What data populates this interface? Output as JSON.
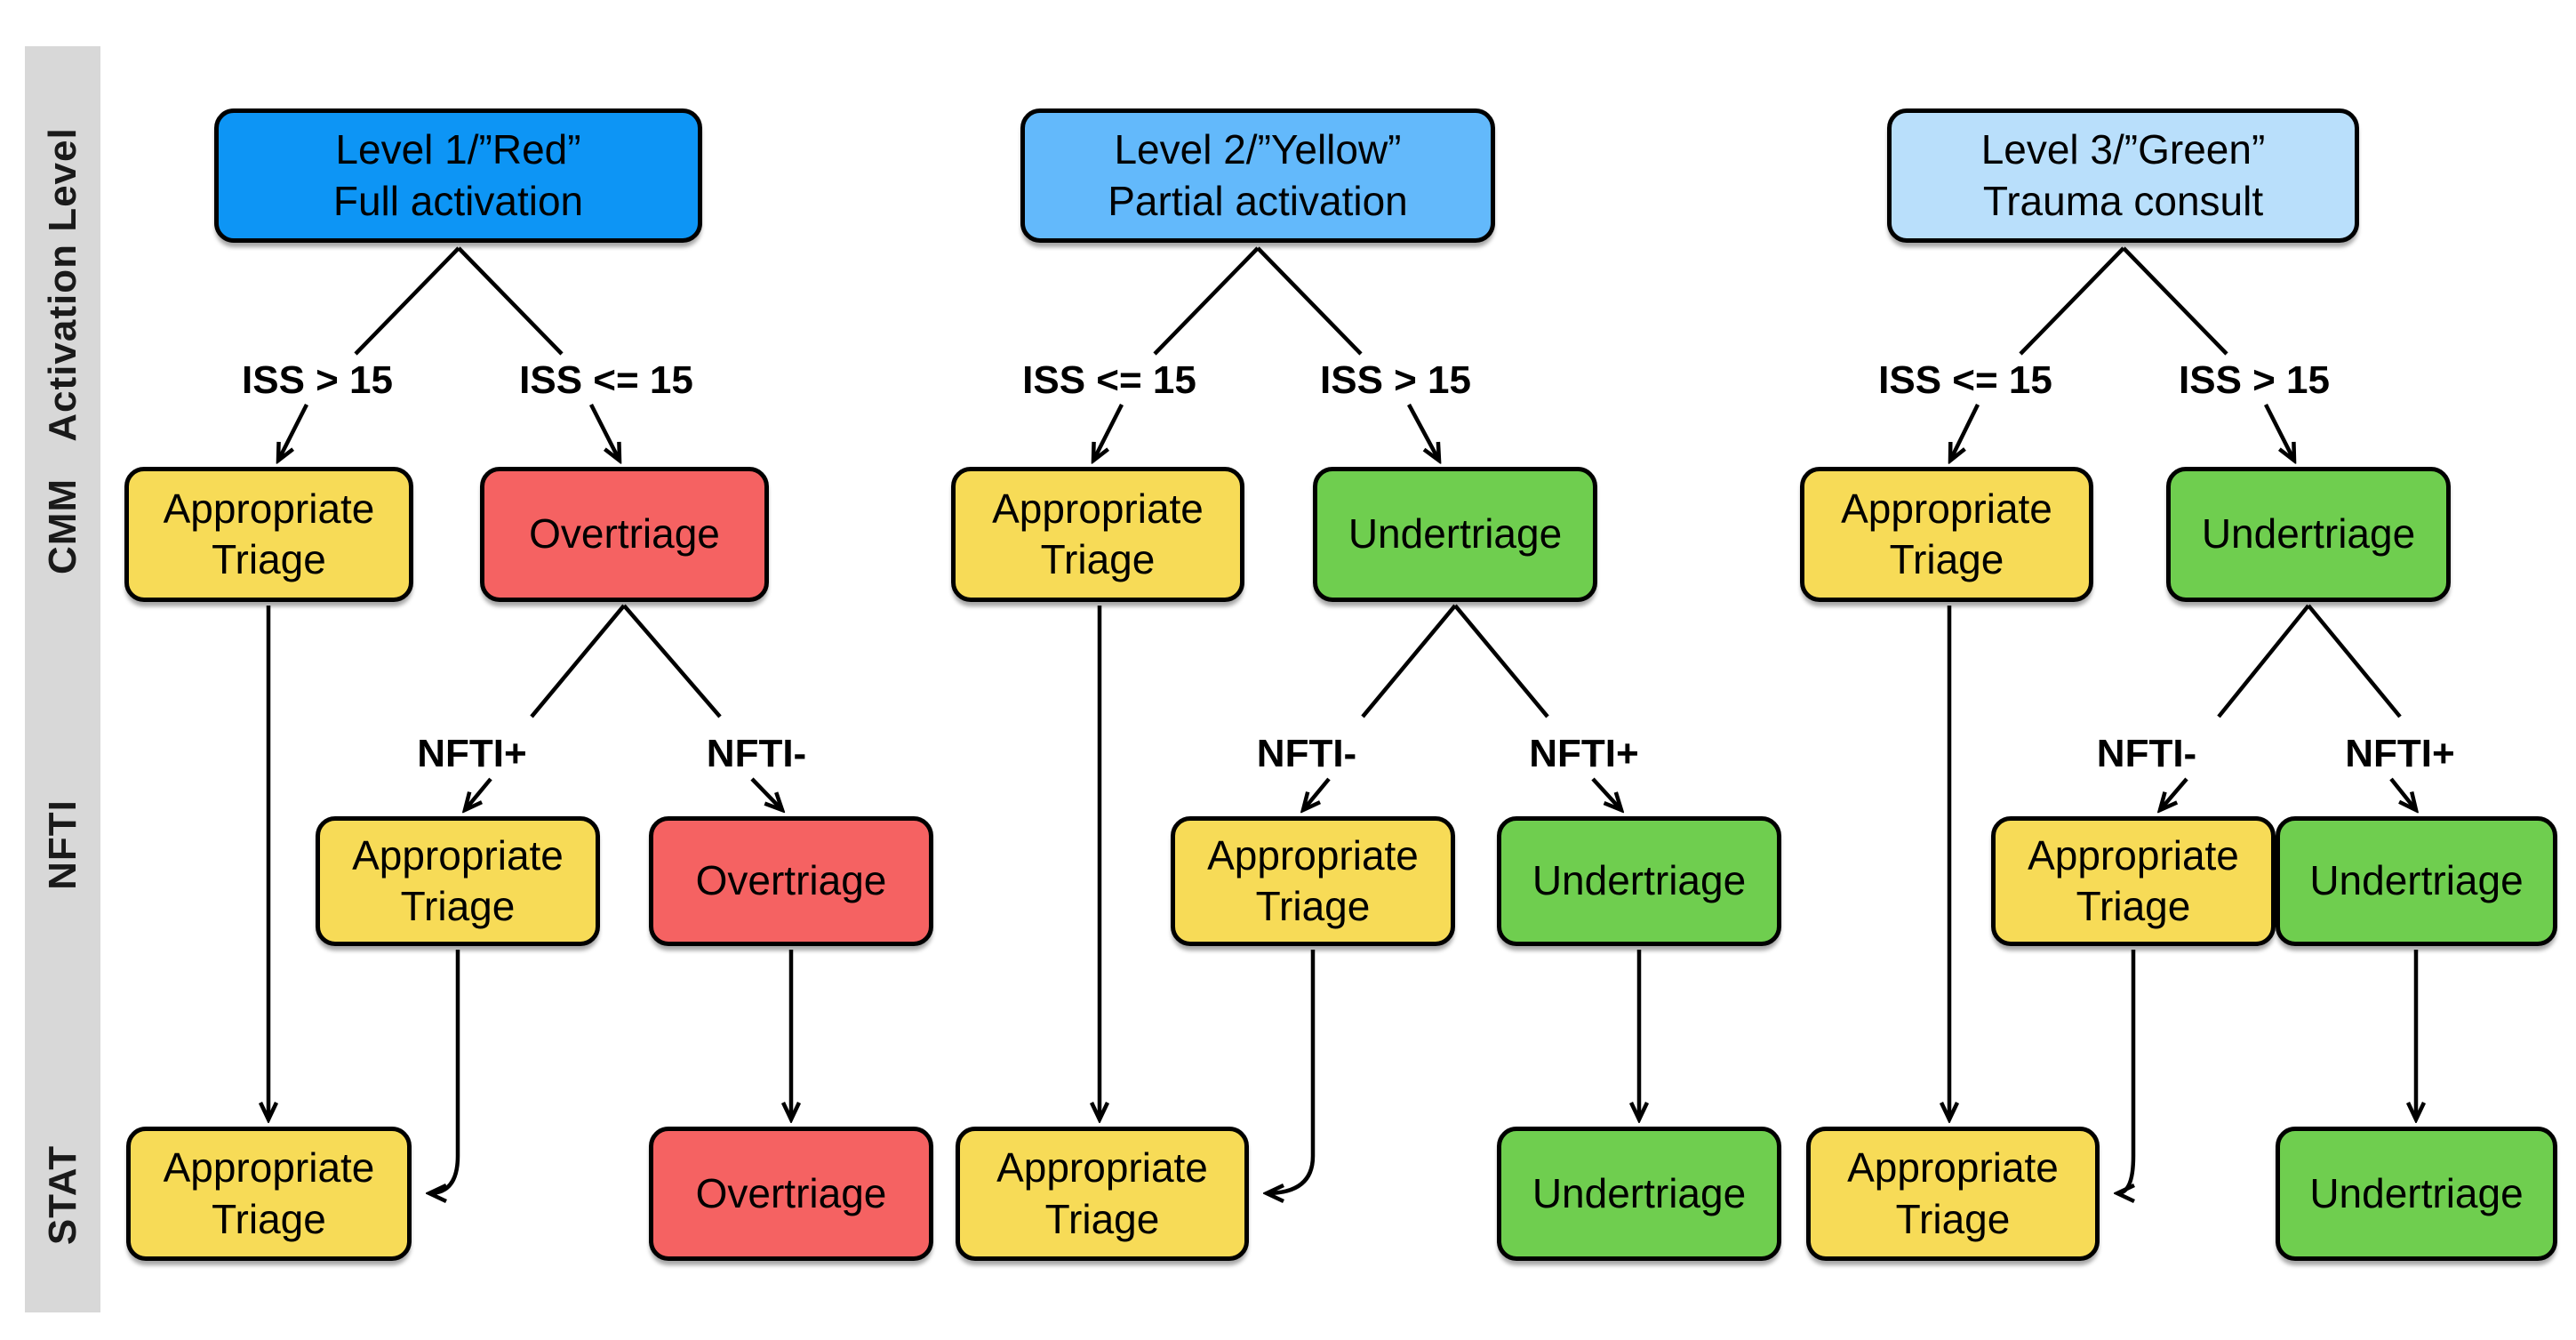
{
  "sidebar": {
    "rows": [
      {
        "id": "activation-level",
        "label": "Activation Level"
      },
      {
        "id": "cmm",
        "label": "CMM"
      },
      {
        "id": "nfti",
        "label": "NFTI"
      },
      {
        "id": "stat",
        "label": "STAT"
      }
    ]
  },
  "colors": {
    "level1_blue": "#0d95f5",
    "level2_blue": "#63b9fb",
    "level3_blue": "#b9dffb",
    "appropriate_yellow": "#f7db57",
    "overtriage_red": "#f56262",
    "undertriage_green": "#6fce4f",
    "sidebar_gray": "#d8d8d8"
  },
  "sections": [
    {
      "level_box": {
        "line1": "Level 1/”Red”",
        "line2": "Full activation"
      },
      "iss_left": "ISS > 15",
      "iss_right": "ISS <= 15",
      "cmm_left": "Appropriate Triage",
      "cmm_right": "Overtriage",
      "nfti_label_left": "NFTI+",
      "nfti_label_right": "NFTI-",
      "nfti_box_left": "Appropriate Triage",
      "nfti_box_right": "Overtriage",
      "stat_box_left": "Appropriate Triage",
      "stat_box_right": "Overtriage"
    },
    {
      "level_box": {
        "line1": "Level 2/”Yellow”",
        "line2": "Partial activation"
      },
      "iss_left": "ISS <= 15",
      "iss_right": "ISS > 15",
      "cmm_left": "Appropriate Triage",
      "cmm_right": "Undertriage",
      "nfti_label_left": "NFTI-",
      "nfti_label_right": "NFTI+",
      "nfti_box_left": "Appropriate Triage",
      "nfti_box_right": "Undertriage",
      "stat_box_left": "Appropriate Triage",
      "stat_box_right": "Undertriage"
    },
    {
      "level_box": {
        "line1": "Level 3/”Green”",
        "line2": "Trauma consult"
      },
      "iss_left": "ISS <= 15",
      "iss_right": "ISS > 15",
      "cmm_left": "Appropriate Triage",
      "cmm_right": "Undertriage",
      "nfti_label_left": "NFTI-",
      "nfti_label_right": "NFTI+",
      "nfti_box_left": "Appropriate Triage",
      "nfti_box_right": "Undertriage",
      "stat_box_left": "Appropriate Triage",
      "stat_box_right": "Undertriage"
    }
  ]
}
